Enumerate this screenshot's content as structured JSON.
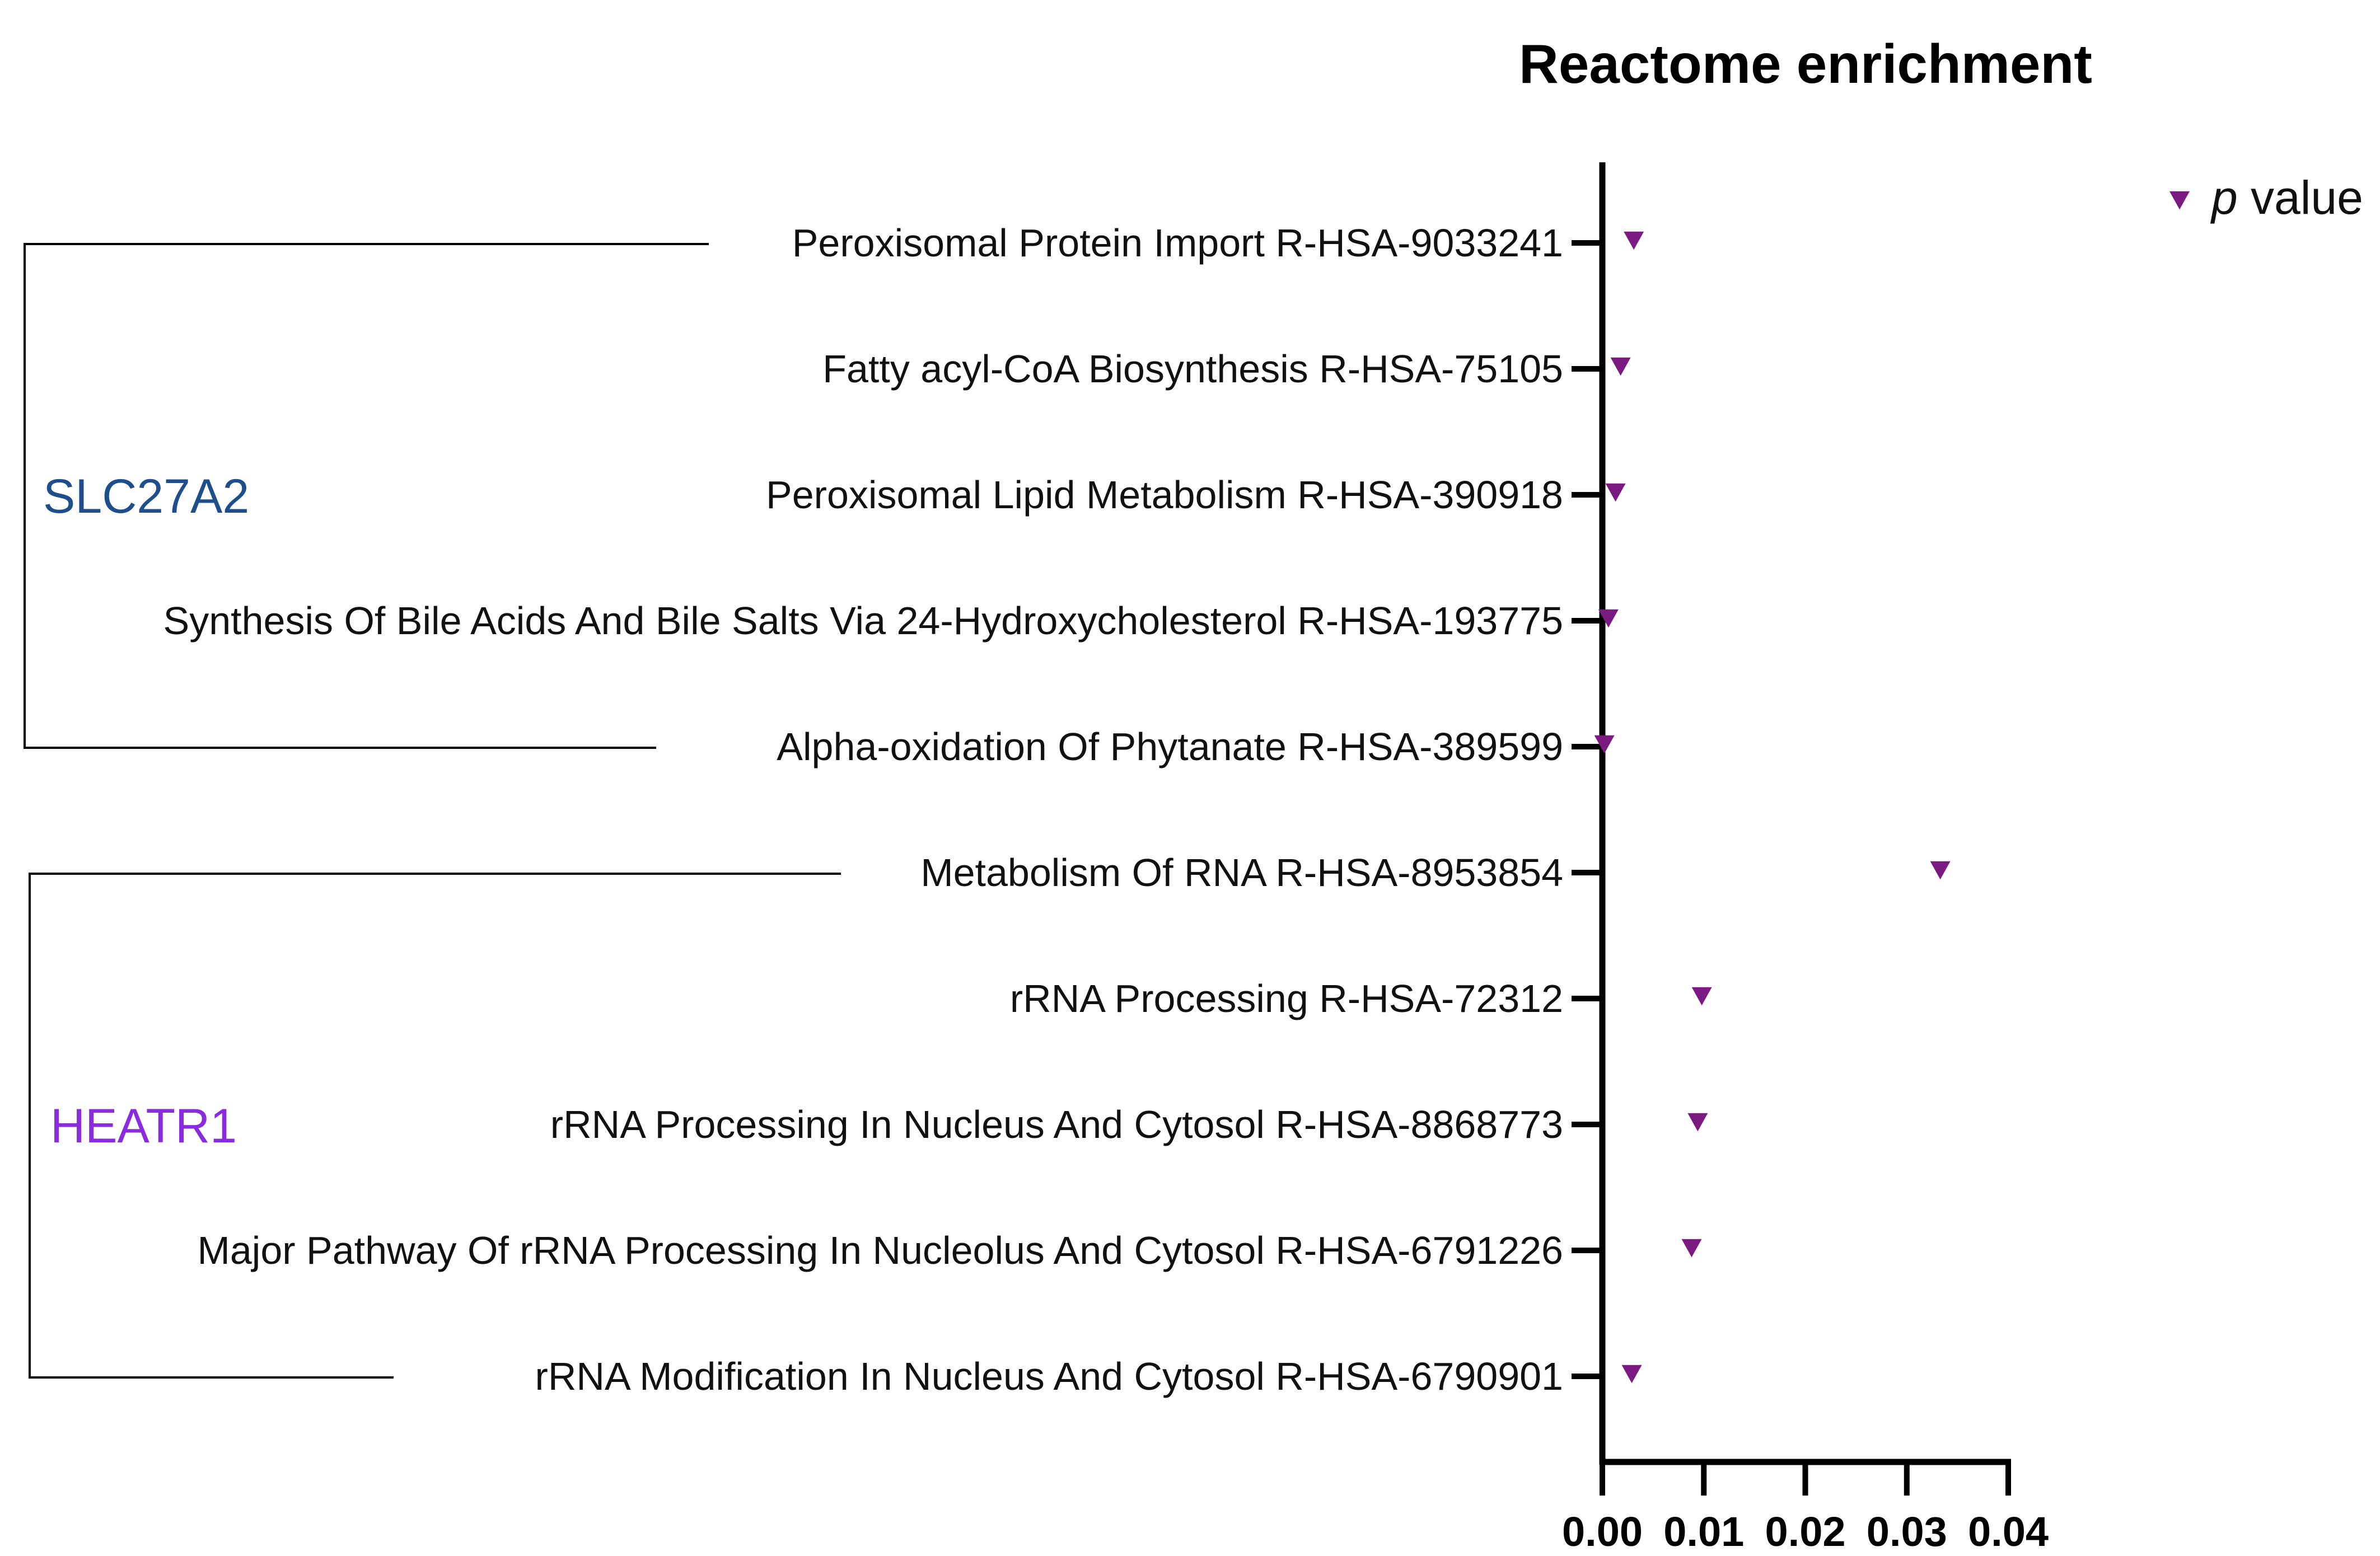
{
  "chart_data": {
    "type": "scatter",
    "title": "Reactome enrichment",
    "xlabel": "",
    "ylabel": "",
    "xlim": [
      0,
      0.04
    ],
    "x_ticks": [
      "0.00",
      "0.01",
      "0.02",
      "0.03",
      "0.04"
    ],
    "grid": false,
    "legend_position": "top-right",
    "marker": "triangle-down",
    "marker_color": "#7B1A80",
    "categories": [
      "Peroxisomal Protein Import R-HSA-9033241",
      "Fatty acyl-CoA Biosynthesis R-HSA-75105",
      "Peroxisomal Lipid Metabolism R-HSA-390918",
      "Synthesis Of Bile Acids And Bile Salts Via 24-Hydroxycholesterol R-HSA-193775",
      "Alpha-oxidation Of Phytanate R-HSA-389599",
      "Metabolism Of RNA R-HSA-8953854",
      "rRNA Processing R-HSA-72312",
      "rRNA Processing In Nucleus And Cytosol R-HSA-8868773",
      "Major Pathway Of rRNA Processing In Nucleolus And Cytosol R-HSA-6791226",
      "rRNA Modification In Nucleus And Cytosol R-HSA-6790901"
    ],
    "series": [
      {
        "legend_italic": "p",
        "legend_rest": " value",
        "values": [
          0.0031,
          0.0018,
          0.0013,
          0.0006,
          0.0002,
          0.0333,
          0.0098,
          0.0094,
          0.0088,
          0.0029
        ]
      }
    ],
    "groups": [
      {
        "label": "SLC27A2",
        "color": "#1F4E8C",
        "start": 0,
        "end": 4
      },
      {
        "label": "HEATR1",
        "color": "#8A2BE2",
        "start": 5,
        "end": 9
      }
    ]
  }
}
